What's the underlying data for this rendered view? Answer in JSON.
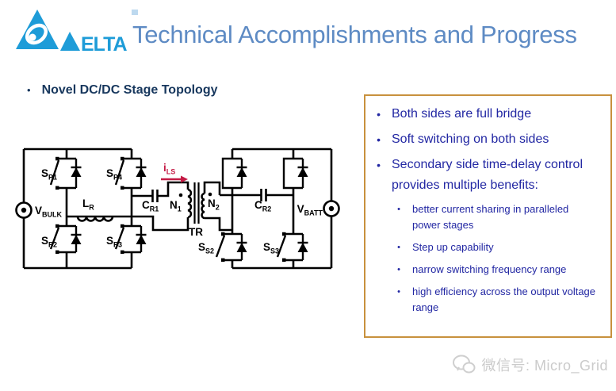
{
  "header": {
    "logo_word": "ELTA",
    "title": "Technical Accomplishments and Progress"
  },
  "slide": {
    "heading": "Novel DC/DC Stage Topology"
  },
  "benefits_box": {
    "bullets": [
      "Both sides are full bridge",
      "Soft switching on both sides",
      "Secondary side time-delay control provides multiple benefits:"
    ],
    "sub_bullets": [
      "better current sharing in paralleled power stages",
      "Step up capability",
      "narrow switching frequency range",
      "high efficiency across the output voltage range"
    ]
  },
  "circuit": {
    "vbulk": {
      "m": "V",
      "s": "BULK"
    },
    "vbatt": {
      "m": "V",
      "s": "BATT"
    },
    "sp1": {
      "m": "S",
      "s": "P1"
    },
    "sp2": {
      "m": "S",
      "s": "P2"
    },
    "sp3": {
      "m": "S",
      "s": "P3"
    },
    "sp4": {
      "m": "S",
      "s": "P4"
    },
    "ss2": {
      "m": "S",
      "s": "S2"
    },
    "ss3": {
      "m": "S",
      "s": "S3"
    },
    "lr": {
      "m": "L",
      "s": "R"
    },
    "cr1": {
      "m": "C",
      "s": "R1"
    },
    "cr2": {
      "m": "C",
      "s": "R2"
    },
    "n1": {
      "m": "N",
      "s": "1"
    },
    "n2": {
      "m": "N",
      "s": "2"
    },
    "tr": "TR",
    "ils": {
      "m": "i",
      "s": "LS"
    }
  },
  "watermark": {
    "text": "微信号: Micro_Grid"
  },
  "colors": {
    "logo_blue": "#1e9cd8",
    "title_blue": "#5e8bc4",
    "heading_navy": "#17375d",
    "box_border": "#c8913d",
    "box_text": "#2227a3",
    "wire_black": "#000000",
    "current_red": "#c41a45",
    "watermark_gray": "#cbcbcb"
  }
}
